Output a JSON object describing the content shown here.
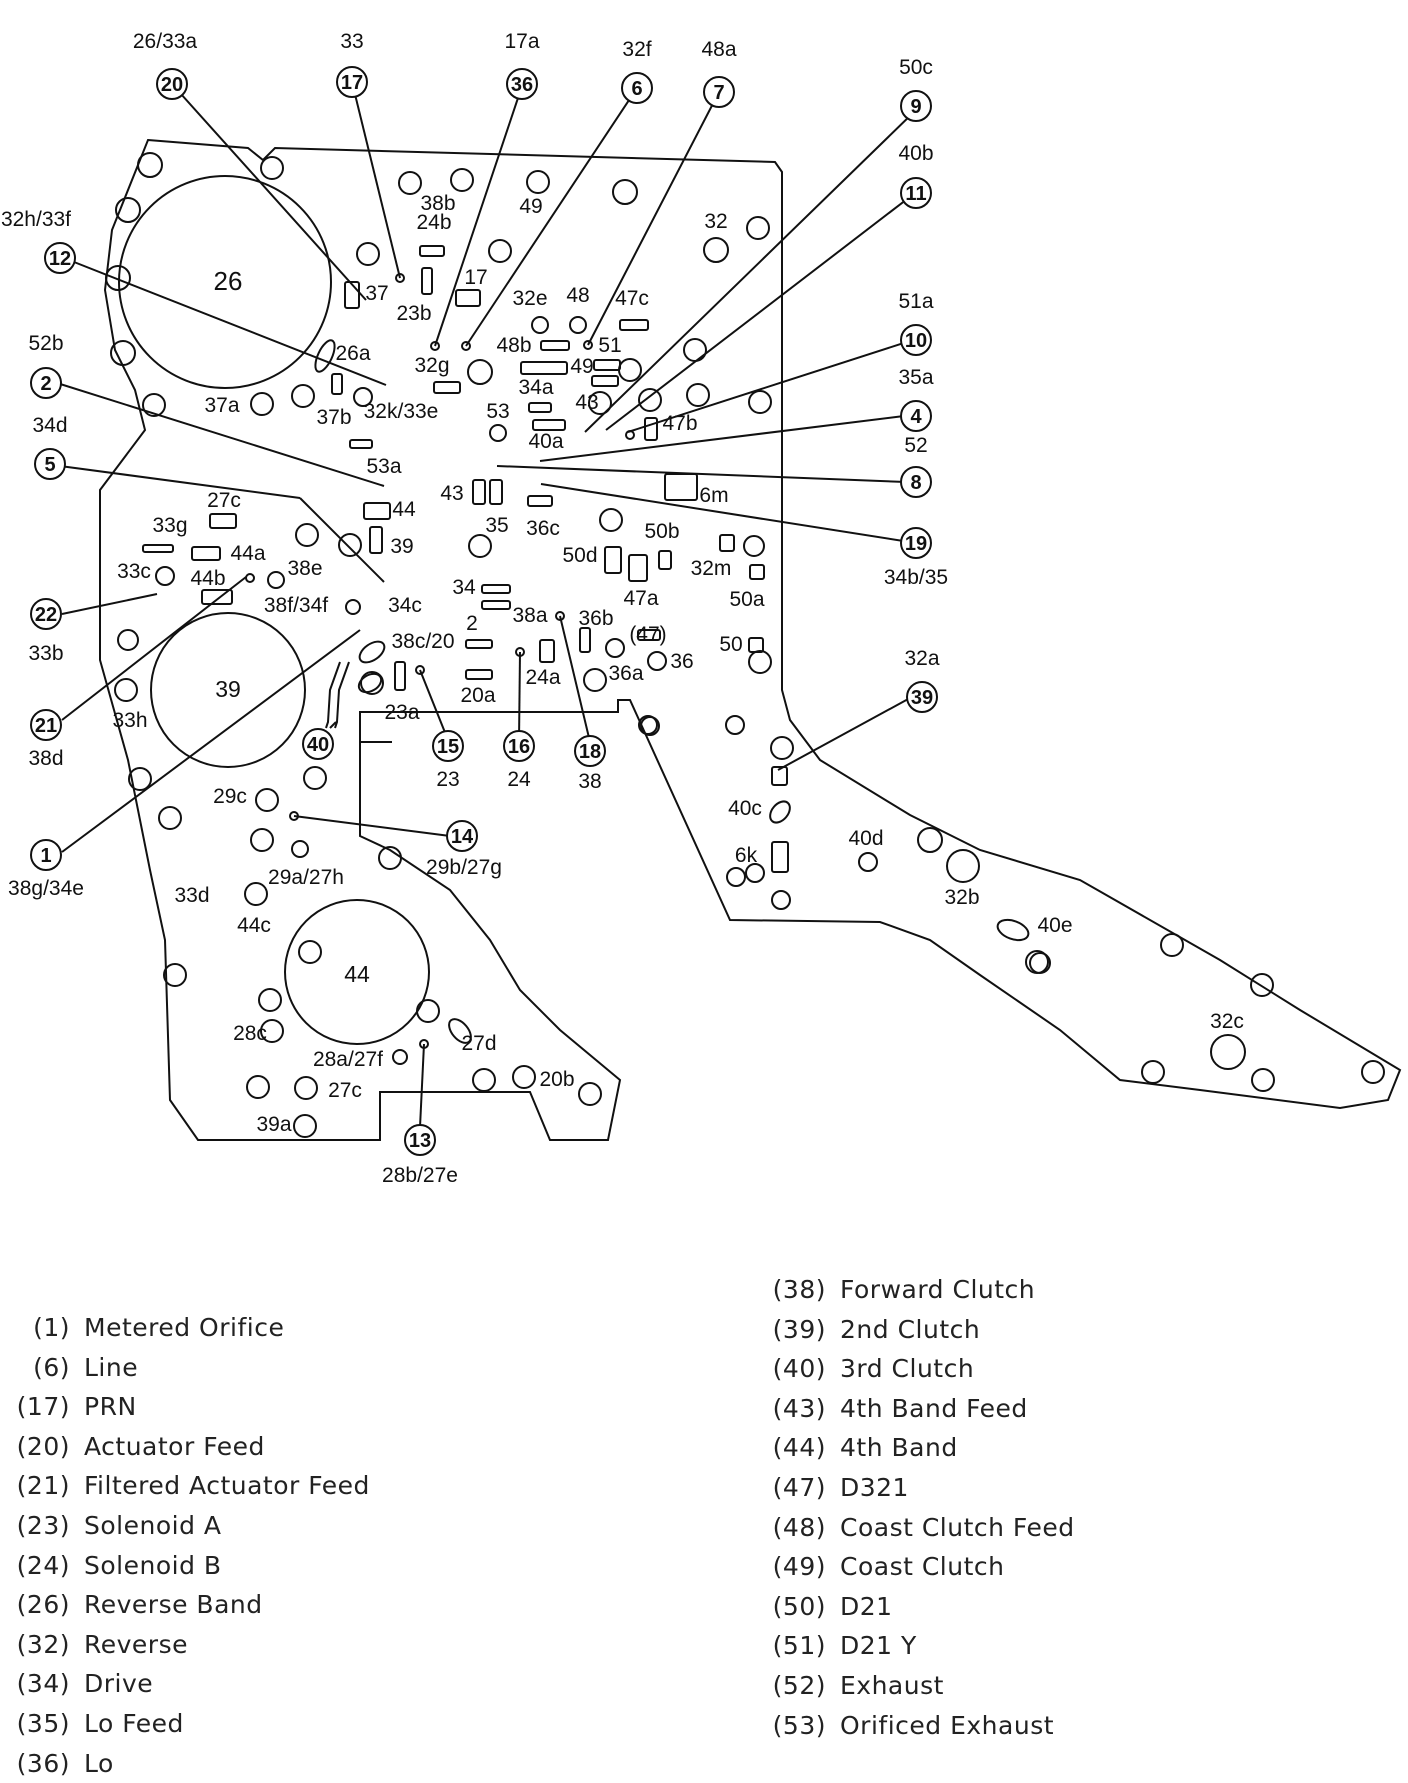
{
  "diagram": {
    "callouts": [
      {
        "id": "c20",
        "num": "20",
        "label": "26/33a"
      },
      {
        "id": "c17",
        "num": "17",
        "label": "33"
      },
      {
        "id": "c36",
        "num": "36",
        "label": "17a"
      },
      {
        "id": "c6",
        "num": "6",
        "label": "32f"
      },
      {
        "id": "c7",
        "num": "7",
        "label": "48a"
      },
      {
        "id": "c9",
        "num": "9",
        "label": "50c"
      },
      {
        "id": "c11",
        "num": "11",
        "label": "40b"
      },
      {
        "id": "c12",
        "num": "12",
        "label": "32h/33f"
      },
      {
        "id": "c10",
        "num": "10",
        "label": "51a"
      },
      {
        "id": "c2",
        "num": "2",
        "label": "52b"
      },
      {
        "id": "c4",
        "num": "4",
        "label": "35a"
      },
      {
        "id": "c5",
        "num": "5",
        "label": "34d"
      },
      {
        "id": "c8",
        "num": "8",
        "label": "52"
      },
      {
        "id": "c19",
        "num": "19",
        "label": "34b/35"
      },
      {
        "id": "c22",
        "num": "22",
        "label": "33b"
      },
      {
        "id": "c39",
        "num": "39",
        "label": "32a"
      },
      {
        "id": "c21",
        "num": "21",
        "label": "38d"
      },
      {
        "id": "c40",
        "num": "40",
        "label": ""
      },
      {
        "id": "c15",
        "num": "15",
        "label": "23"
      },
      {
        "id": "c16",
        "num": "16",
        "label": "24"
      },
      {
        "id": "c18",
        "num": "18",
        "label": "38"
      },
      {
        "id": "c14",
        "num": "14",
        "label": "29b/27g"
      },
      {
        "id": "c1",
        "num": "1",
        "label": "38g/34e"
      },
      {
        "id": "c13",
        "num": "13",
        "label": "28b/27e"
      }
    ],
    "ports": [
      {
        "id": "p26",
        "text": "26"
      },
      {
        "id": "p38b",
        "text": "38b"
      },
      {
        "id": "p24b",
        "text": "24b"
      },
      {
        "id": "p49a",
        "text": "49"
      },
      {
        "id": "p32",
        "text": "32"
      },
      {
        "id": "p37",
        "text": "37"
      },
      {
        "id": "p17",
        "text": "17"
      },
      {
        "id": "p23b",
        "text": "23b"
      },
      {
        "id": "p32e",
        "text": "32e"
      },
      {
        "id": "p48",
        "text": "48"
      },
      {
        "id": "p47c",
        "text": "47c"
      },
      {
        "id": "p48b",
        "text": "48b"
      },
      {
        "id": "p51",
        "text": "51"
      },
      {
        "id": "p26a",
        "text": "26a"
      },
      {
        "id": "p32g",
        "text": "32g"
      },
      {
        "id": "p49b",
        "text": "49"
      },
      {
        "id": "p34a",
        "text": "34a"
      },
      {
        "id": "p43a",
        "text": "43"
      },
      {
        "id": "p37a",
        "text": "37a"
      },
      {
        "id": "p37b",
        "text": "37b"
      },
      {
        "id": "p32k",
        "text": "32k/33e"
      },
      {
        "id": "p53",
        "text": "53"
      },
      {
        "id": "p40a",
        "text": "40a"
      },
      {
        "id": "p47b",
        "text": "47b"
      },
      {
        "id": "p53a",
        "text": "53a"
      },
      {
        "id": "p6m",
        "text": "6m"
      },
      {
        "id": "p43b",
        "text": "43"
      },
      {
        "id": "p44",
        "text": "44"
      },
      {
        "id": "p27c",
        "text": "27c"
      },
      {
        "id": "p35",
        "text": "35"
      },
      {
        "id": "p36c",
        "text": "36c"
      },
      {
        "id": "p33g",
        "text": "33g"
      },
      {
        "id": "p39a",
        "text": "39"
      },
      {
        "id": "p50b",
        "text": "50b"
      },
      {
        "id": "p44a",
        "text": "44a"
      },
      {
        "id": "p50d",
        "text": "50d"
      },
      {
        "id": "p32m",
        "text": "32m"
      },
      {
        "id": "p38e",
        "text": "38e"
      },
      {
        "id": "p33c",
        "text": "33c"
      },
      {
        "id": "p44b",
        "text": "44b"
      },
      {
        "id": "p47a",
        "text": "47a"
      },
      {
        "id": "p50a",
        "text": "50a"
      },
      {
        "id": "p34",
        "text": "34"
      },
      {
        "id": "p38f",
        "text": "38f/34f"
      },
      {
        "id": "p34c",
        "text": "34c"
      },
      {
        "id": "p38a",
        "text": "38a"
      },
      {
        "id": "p36b",
        "text": "36b"
      },
      {
        "id": "p2",
        "text": "2"
      },
      {
        "id": "p47p",
        "text": "(47)"
      },
      {
        "id": "p50",
        "text": "50"
      },
      {
        "id": "p38c",
        "text": "38c/20"
      },
      {
        "id": "p36",
        "text": "36"
      },
      {
        "id": "p39big",
        "text": "39"
      },
      {
        "id": "p36a",
        "text": "36a"
      },
      {
        "id": "p24a",
        "text": "24a"
      },
      {
        "id": "p33h",
        "text": "33h"
      },
      {
        "id": "p20a",
        "text": "20a"
      },
      {
        "id": "p23a",
        "text": "23a"
      },
      {
        "id": "p29c",
        "text": "29c"
      },
      {
        "id": "p40c",
        "text": "40c"
      },
      {
        "id": "p6k",
        "text": "6k"
      },
      {
        "id": "p40d",
        "text": "40d"
      },
      {
        "id": "p29a",
        "text": "29a/27h"
      },
      {
        "id": "p33d",
        "text": "33d"
      },
      {
        "id": "p32b",
        "text": "32b"
      },
      {
        "id": "p44c",
        "text": "44c"
      },
      {
        "id": "p40e",
        "text": "40e"
      },
      {
        "id": "p44big",
        "text": "44"
      },
      {
        "id": "p32c",
        "text": "32c"
      },
      {
        "id": "p28c",
        "text": "28c"
      },
      {
        "id": "p27d",
        "text": "27d"
      },
      {
        "id": "p28a",
        "text": "28a/27f"
      },
      {
        "id": "p27c2",
        "text": "27c"
      },
      {
        "id": "p20b",
        "text": "20b"
      },
      {
        "id": "p39a2",
        "text": "39a"
      }
    ]
  },
  "legend": {
    "left": [
      {
        "num": "(1)",
        "label": "Metered Orifice"
      },
      {
        "num": "(6)",
        "label": "Line"
      },
      {
        "num": "(17)",
        "label": "PRN"
      },
      {
        "num": "(20)",
        "label": "Actuator Feed"
      },
      {
        "num": "(21)",
        "label": "Filtered Actuator Feed"
      },
      {
        "num": "(23)",
        "label": "Solenoid A"
      },
      {
        "num": "(24)",
        "label": "Solenoid B"
      },
      {
        "num": "(26)",
        "label": "Reverse Band"
      },
      {
        "num": "(32)",
        "label": "Reverse"
      },
      {
        "num": "(34)",
        "label": "Drive"
      },
      {
        "num": "(35)",
        "label": "Lo Feed"
      },
      {
        "num": "(36)",
        "label": "Lo"
      }
    ],
    "right": [
      {
        "num": "(38)",
        "label": "Forward Clutch"
      },
      {
        "num": "(39)",
        "label": "2nd Clutch"
      },
      {
        "num": "(40)",
        "label": "3rd Clutch"
      },
      {
        "num": "(43)",
        "label": "4th Band Feed"
      },
      {
        "num": "(44)",
        "label": "4th Band"
      },
      {
        "num": "(47)",
        "label": "D321"
      },
      {
        "num": "(48)",
        "label": "Coast Clutch Feed"
      },
      {
        "num": "(49)",
        "label": "Coast Clutch"
      },
      {
        "num": "(50)",
        "label": "D21"
      },
      {
        "num": "(51)",
        "label": "D21 Y"
      },
      {
        "num": "(52)",
        "label": "Exhaust"
      },
      {
        "num": "(53)",
        "label": "Orificed Exhaust"
      }
    ]
  }
}
